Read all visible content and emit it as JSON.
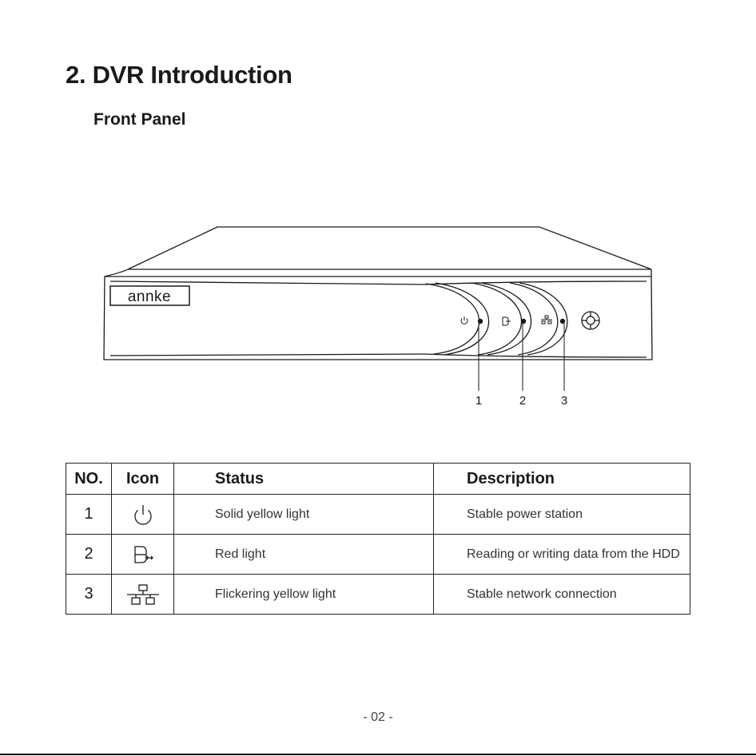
{
  "heading": {
    "title": "2. DVR Introduction",
    "subtitle": "Front Panel"
  },
  "device": {
    "brand": "annke",
    "callouts": [
      "1",
      "2",
      "3"
    ]
  },
  "table": {
    "headers": [
      "NO.",
      "Icon",
      "Status",
      "Description"
    ],
    "rows": [
      {
        "no": "1",
        "icon": "power-icon",
        "status": "Solid yellow light",
        "description": "Stable power station"
      },
      {
        "no": "2",
        "icon": "hdd-icon",
        "status": "Red light",
        "description": "Reading or writing data from the HDD"
      },
      {
        "no": "3",
        "icon": "network-icon",
        "status": "Flickering yellow light",
        "description": "Stable network connection"
      }
    ]
  },
  "footer": {
    "page_number": "- 02 -"
  }
}
